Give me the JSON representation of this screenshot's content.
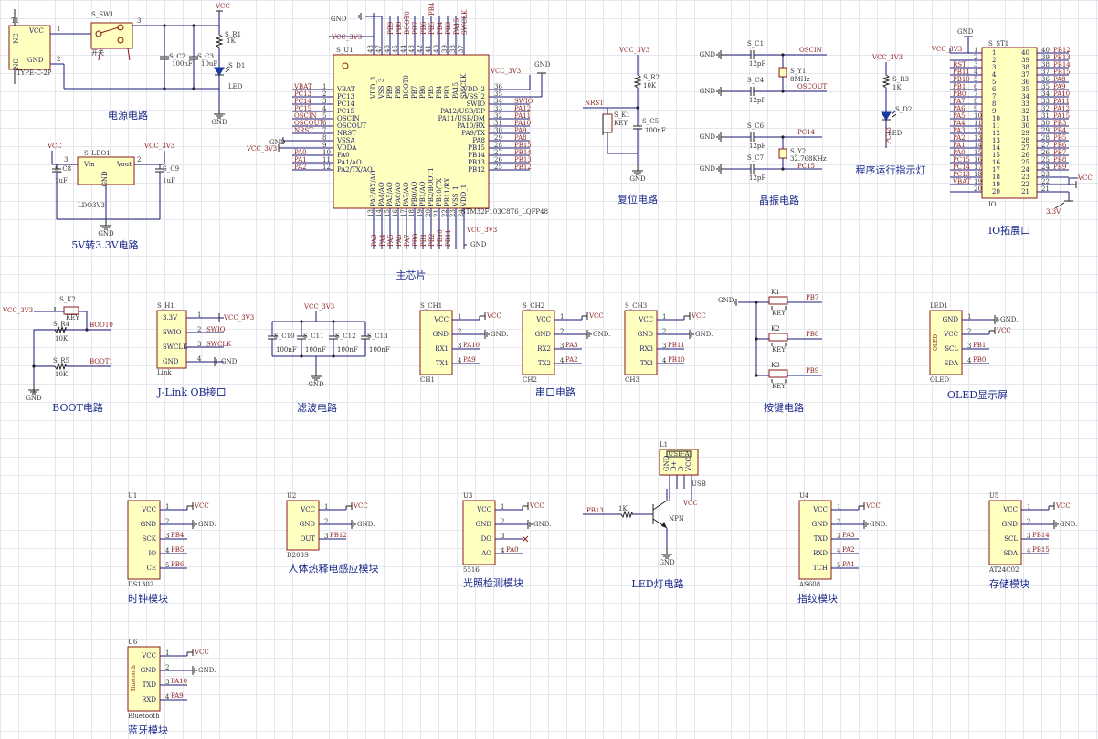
{
  "titles": {
    "power": "电源电路",
    "ldo": "5V转3.3V电路",
    "mcu": "主芯片",
    "reset": "复位电路",
    "crystal": "晶振电路",
    "led_run": "程序运行指示灯",
    "io": "IO拓展口",
    "boot": "BOOT电路",
    "jlink": "J-Link OB接口",
    "filter": "滤波电路",
    "uart": "串口电路",
    "keys": "按键电路",
    "oled": "OLED显示屏",
    "clock": "时钟模块",
    "pir": "人体热释电感应模块",
    "light": "光照检测模块",
    "ledlamp": "LED灯电路",
    "finger": "指纹模块",
    "storage": "存储模块",
    "bt": "蓝牙模块"
  },
  "power": {
    "t1": "T1",
    "t1_part": "TYPE-C-2P",
    "t1_vcc": "VCC",
    "t1_gnd": "GND",
    "nc1": "NC",
    "nc2": "NC",
    "sw": "S_SW1",
    "sw_part": "开关",
    "c2": "S_C2",
    "c2v": "100nF",
    "c3": "S_C3",
    "c3v": "10uF",
    "r1": "S_R1",
    "r1v": "1K",
    "d1": "S_D1",
    "d1v": "LED",
    "vcc": "VCC",
    "gnd": "GND"
  },
  "ldo": {
    "u": "S_LDO1",
    "part": "LDO3V3",
    "vin": "Vin",
    "vout": "Vout",
    "gnd": "GND",
    "c8": "S_C8",
    "c8v": "1uF",
    "c9": "S_C9",
    "c9v": "1uF",
    "vcc": "VCC",
    "v33": "VCC_3V3"
  },
  "mcu": {
    "ref": "S_U1",
    "part": "STM32F103C8T6_LQFP48",
    "left": [
      "VBAT",
      "PC13",
      "PC14",
      "PC15",
      "OSCIN",
      "OSCOUT",
      "NRST",
      "VSSA",
      "VDDA",
      "PA0",
      "PA1/AO",
      "PA2/TX/AO"
    ],
    "left_nets": [
      "VBAT",
      "PC13",
      "PC14",
      "PC15",
      "OSCIN",
      "OSCOUT",
      "NRST",
      "",
      "",
      "PA0",
      "PA1",
      "PA2"
    ],
    "right": [
      "VDD_2",
      "VSS_2",
      "SWIO",
      "PA12/USB/DP",
      "PA11/USB/DM",
      "PA10/RX",
      "PA9/TX",
      "PA8",
      "PB15",
      "PB14",
      "PB13",
      "PB12"
    ],
    "right_nets": [
      "",
      "",
      "SWIO",
      "PA12",
      "PA11",
      "PA10",
      "PA9",
      "PA8",
      "PB15",
      "PB14",
      "PB13",
      "PB12"
    ],
    "top": [
      "VDD_3",
      "VSS_3",
      "PB9",
      "PB8",
      "BOOT0",
      "PB7",
      "PB6",
      "PB5",
      "PB4",
      "PB3",
      "PA15",
      "SWCLK"
    ],
    "bottom": [
      "PA3/RX/AO",
      "PA4/AO",
      "PA5/AO",
      "PA6/AO",
      "PA7/AO",
      "PB0/AO",
      "PB1/AO",
      "PB2/BOOT1",
      "PB10/TX",
      "PB11/RX",
      "VSS_1",
      "VDD_1"
    ],
    "vcc33": "VCC_3V3",
    "gnd": "GND"
  },
  "reset": {
    "r2": "S_R2",
    "r2v": "10K",
    "k1": "S_K1",
    "k1v": "KEY",
    "c5": "S_C5",
    "c5v": "100nF",
    "nrst": "NRST",
    "vcc33": "VCC_3V3",
    "gnd": "GND"
  },
  "crystal": {
    "c1": "S_C1",
    "c4": "S_C4",
    "c6": "S_C6",
    "c7": "S_C7",
    "cv": "12pF",
    "y1": "S_Y1",
    "y1v": "8MHz",
    "y2": "S_Y2",
    "y2v": "32.768KHz",
    "oscin": "OSCIN",
    "oscout": "OSCOUT",
    "pc14": "PC14",
    "pc15": "PC15",
    "gnd": "GND"
  },
  "led_run": {
    "r3": "S_R3",
    "r3v": "1K",
    "d2": "S_D2",
    "d2v": "LED",
    "net": "PC13",
    "vcc33": "VCC_3V3"
  },
  "io": {
    "ref": "S_ST1",
    "part": "IO",
    "vcc33": "VCC_3V3",
    "gnd": "GND",
    "v33": "3.3V",
    "vcc": "VCC",
    "left_nets": [
      "",
      "",
      "RST",
      "PB11",
      "PB10",
      "PB1",
      "PB0",
      "PA7",
      "PA6",
      "PA5",
      "PA4",
      "PA3",
      "PA2",
      "PA1",
      "PA0",
      "PC15",
      "PC14",
      "PC13",
      "VBAT"
    ],
    "right_nets": [
      "PB12",
      "PB13",
      "PB14",
      "PB15",
      "PA8",
      "PA9",
      "PA10",
      "PA11",
      "PA12",
      "PA15",
      "PB3",
      "PB4",
      "PB5",
      "PB6",
      "PB7",
      "PB8",
      "PB9",
      "",
      "",
      ""
    ]
  },
  "boot": {
    "vcc33": "VCC_3V3",
    "k2": "S_K2",
    "k2v": "KEY",
    "r4": "S_R4",
    "r4v": "10K",
    "r5": "S_R5",
    "r5v": "10K",
    "boot0": "BOOT0",
    "boot1": "BOOT1",
    "gnd": "GND"
  },
  "jlink": {
    "ref": "S_H1",
    "part": "Link",
    "pins": [
      "3.3V",
      "SWIO",
      "SWCLK",
      "GND"
    ],
    "nets": [
      "VCC_3V3",
      "SWIO",
      "SWCLK",
      "GND"
    ]
  },
  "filter": {
    "vcc33": "VCC_3V3",
    "caps": [
      "S_C10",
      "S_C11",
      "S_C12",
      "S_C13"
    ],
    "cv": "100nF",
    "gnd": "GND"
  },
  "uart": [
    {
      "ref": "S_CH1",
      "part": "CH1",
      "pins": [
        "VCC",
        "GND",
        "RX1",
        "TX1"
      ],
      "nets": [
        "VCC",
        "GND",
        "PA10",
        "PA9"
      ]
    },
    {
      "ref": "S_CH2",
      "part": "CH2",
      "pins": [
        "VCC",
        "GND",
        "RX2",
        "TX2"
      ],
      "nets": [
        "VCC",
        "GND",
        "PA3",
        "PA2"
      ]
    },
    {
      "ref": "S_CH3",
      "part": "CH3",
      "pins": [
        "VCC",
        "GND",
        "RX3",
        "TX3"
      ],
      "nets": [
        "VCC",
        "GND",
        "PB11",
        "PB10"
      ]
    }
  ],
  "keys": {
    "gnd": "GND",
    "items": [
      {
        "ref": "K1",
        "val": "KEY",
        "net": "PB7"
      },
      {
        "ref": "K2",
        "val": "KEY",
        "net": "PB8"
      },
      {
        "ref": "K3",
        "val": "KEY",
        "net": "PB9"
      }
    ]
  },
  "oled": {
    "ref": "LED1",
    "part": "OLED",
    "label": "OLED",
    "pins": [
      "GND",
      "VCC",
      "SCL",
      "SDA"
    ],
    "nets": [
      "GND",
      "VCC",
      "PB1",
      "PB0"
    ]
  },
  "clock": {
    "ref": "U1",
    "part": "DS1302",
    "pins": [
      "VCC",
      "GND",
      "SCK",
      "IO",
      "CE"
    ],
    "nets": [
      "VCC",
      "GND",
      "PB4",
      "PB5",
      "PB6"
    ]
  },
  "pir": {
    "ref": "U2",
    "part": "D203S",
    "pins": [
      "VCC",
      "GND",
      "OUT"
    ],
    "nets": [
      "VCC",
      "GND",
      "PB12"
    ]
  },
  "light": {
    "ref": "U3",
    "part": "5516",
    "pins": [
      "VCC",
      "GND",
      "DO",
      "AO"
    ],
    "nets": [
      "VCC",
      "GND",
      "",
      "PA0"
    ]
  },
  "ledlamp": {
    "ref": "L1",
    "part": "USB",
    "conn": "USB-A",
    "pins": [
      "GND",
      "D+",
      "D-",
      "VCC"
    ],
    "net": "PB13",
    "r": "1K",
    "q": "NPN",
    "vcc": "VCC",
    "gnd": "GND"
  },
  "finger": {
    "ref": "U4",
    "part": "AS608",
    "pins": [
      "VCC",
      "GND",
      "TXD",
      "RXD",
      "TCH"
    ],
    "nets": [
      "VCC",
      "GND",
      "PA3",
      "PA2",
      "PA1"
    ]
  },
  "storage": {
    "ref": "U5",
    "part": "AT24C02",
    "pins": [
      "VCC",
      "GND",
      "SCL",
      "SDA"
    ],
    "nets": [
      "VCC",
      "GND",
      "PB14",
      "PB15"
    ]
  },
  "bt": {
    "ref": "U6",
    "part": "Bluetooth",
    "label": "Bluetooth",
    "pins": [
      "VCC",
      "GND",
      "TXD",
      "RXD"
    ],
    "nets": [
      "VCC",
      "GND",
      "PA10",
      "PA9"
    ]
  }
}
